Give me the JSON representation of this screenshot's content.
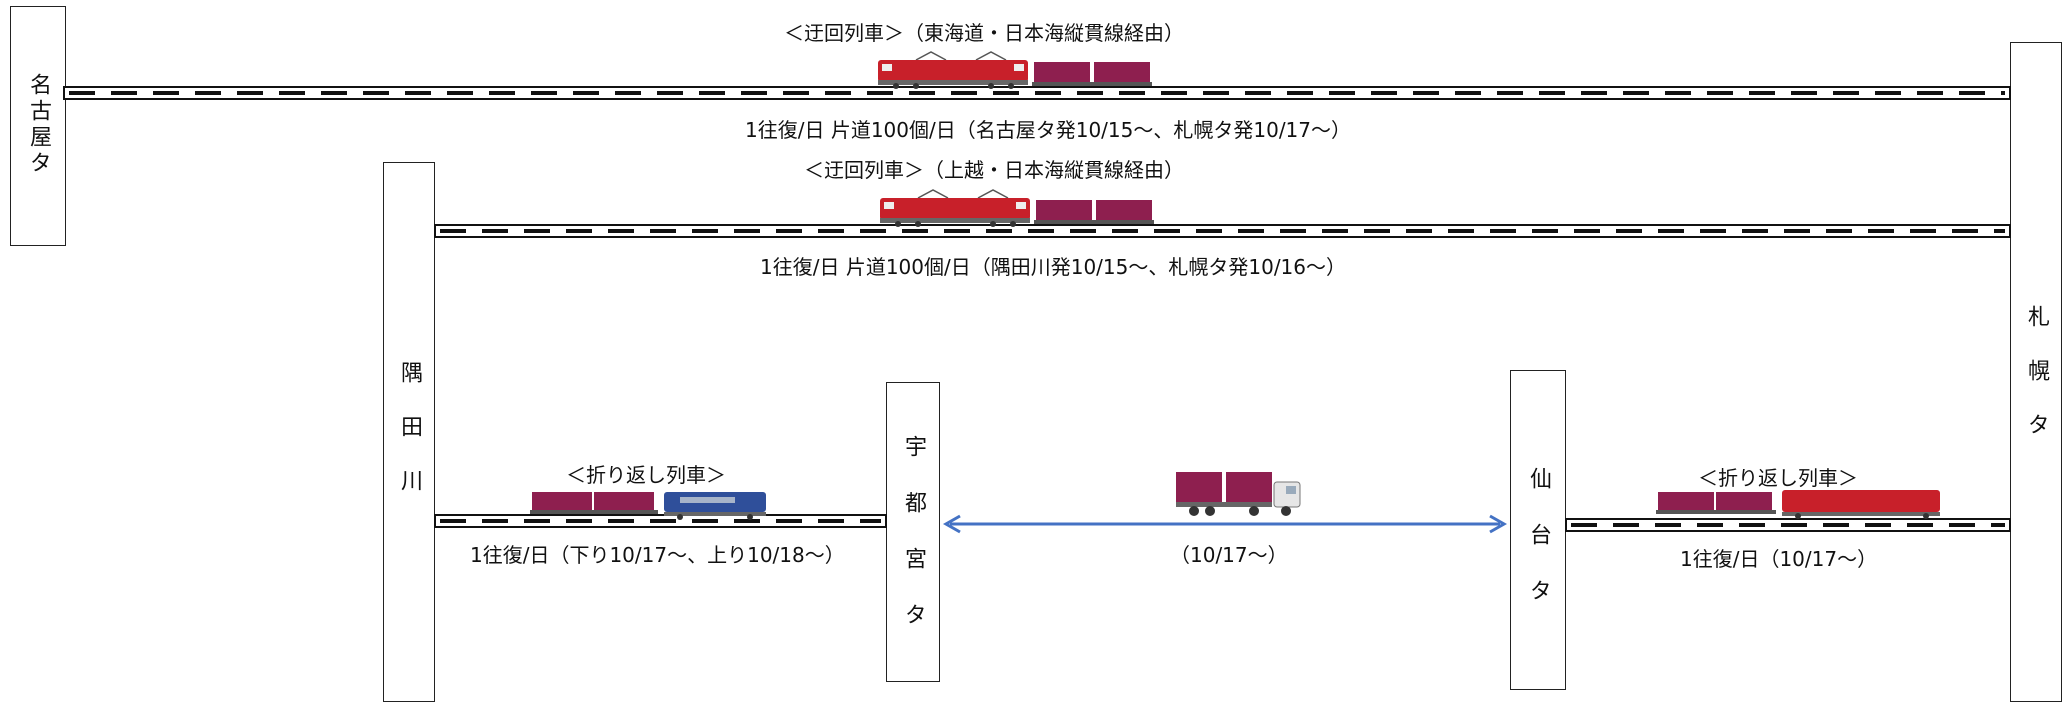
{
  "stations": {
    "nagoya": "名古屋タ",
    "sumidagawa": "隅田川",
    "utsunomiya": "宇都宮タ",
    "sendai": "仙台タ",
    "sapporo": "札幌タ"
  },
  "routes": {
    "route1_title": "＜迂回列車＞（東海道・日本海縦貫線経由）",
    "route1_freq": "1往復/日 片道100個/日（名古屋タ発10/15～、札幌タ発10/17～）",
    "route2_title": "＜迂回列車＞（上越・日本海縦貫線経由）",
    "route2_freq": "1往復/日 片道100個/日（隅田川発10/15～、札幌タ発10/16～）",
    "route3_title": "＜折り返し列車＞",
    "route3_freq": "1往復/日（下り10/17～、上り10/18～）",
    "truck_label": "（10/17～）",
    "route4_title": "＜折り返し列車＞",
    "route4_freq": "1往復/日（10/17～）"
  },
  "colors": {
    "red_loco": "#c8202a",
    "blue_loco": "#2f4f9a",
    "container": "#8e1f4f",
    "arrow": "#4472c4"
  }
}
